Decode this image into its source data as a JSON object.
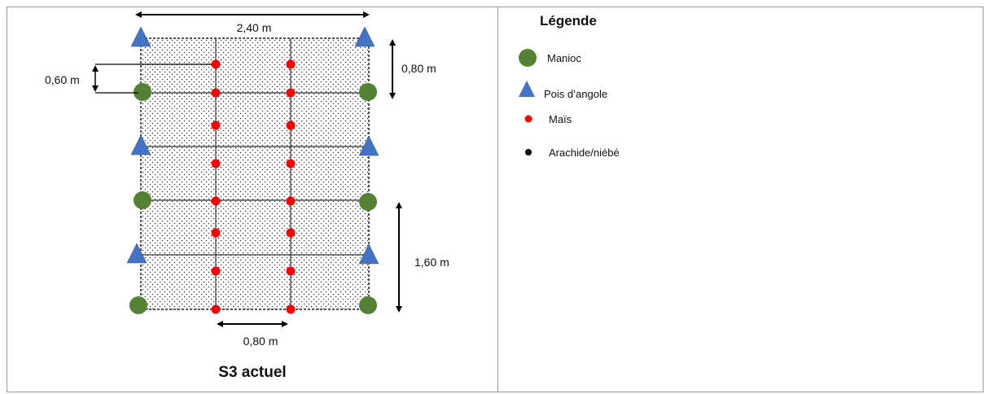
{
  "diagram": {
    "title": "S3 actuel",
    "dimensions": {
      "top_width": "2,40 m",
      "right_top": "0,80 m",
      "left_spacing": "0,60 m",
      "right_bottom": "1,60 m",
      "bottom_spacing": "0,80 m"
    }
  },
  "legend": {
    "title": "Légende",
    "items": [
      {
        "label": "Manioc",
        "symbol": "circle-icon",
        "color": "#548235"
      },
      {
        "label": "Pois d’angole",
        "symbol": "triangle-icon",
        "color": "#4472c4"
      },
      {
        "label": "Maïs",
        "symbol": "red-dot-icon",
        "color": "#ff0000"
      },
      {
        "label": "Arachide/niébé",
        "symbol": "black-dot-icon",
        "color": "#000000"
      }
    ]
  }
}
